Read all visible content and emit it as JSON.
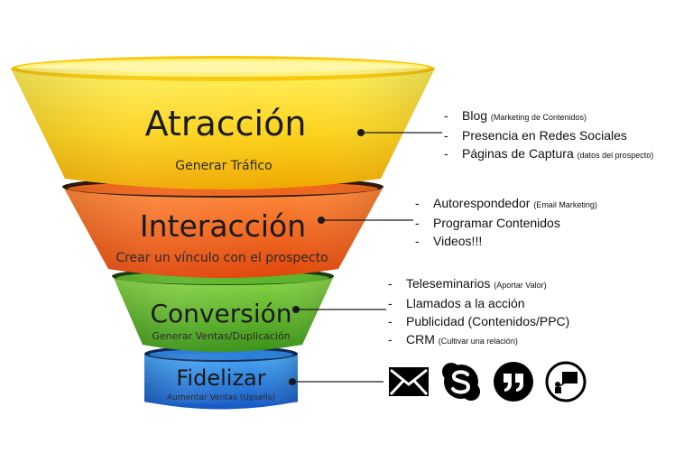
{
  "stages": [
    {
      "title": "Atracción",
      "subtitle": "Generar Tráfico",
      "color_top": "#ffe23a",
      "color_bottom": "#f2b400",
      "rim": "#fff17a",
      "items": [
        {
          "text": "Blog",
          "note": "(Marketing de Contenidos)"
        },
        {
          "text": "Presencia en Redes Sociales",
          "note": ""
        },
        {
          "text": "Páginas de Captura",
          "note": "(datos del prospecto)"
        }
      ]
    },
    {
      "title": "Interacción",
      "subtitle": "Crear un vínculo con el prospecto",
      "color_top": "#ff7a2a",
      "color_bottom": "#e2490c",
      "rim": "#2a1a10",
      "items": [
        {
          "text": "Autorespondedor",
          "note": "(Email Marketing)"
        },
        {
          "text": "Programar Contenidos",
          "note": ""
        },
        {
          "text": "Videos!!!",
          "note": ""
        }
      ]
    },
    {
      "title": "Conversión",
      "subtitle": "Generar Ventas/Duplicación",
      "color_top": "#7ecb3a",
      "color_bottom": "#3f9a1a",
      "rim": "#1e3a10",
      "items": [
        {
          "text": "Teleseminarios",
          "note": "(Aportar Valor)"
        },
        {
          "text": "Llamados a la acción",
          "note": ""
        },
        {
          "text": "Publicidad (Contenidos/PPC)",
          "note": ""
        },
        {
          "text": "CRM",
          "note": "(Cultivar una relación)"
        }
      ]
    },
    {
      "title": "Fidelizar",
      "subtitle": "Aumentar Ventas (Upsells)",
      "color_top": "#3b9cf0",
      "color_bottom": "#1560c8",
      "rim": "#0e2a55",
      "items": []
    }
  ],
  "bullet_dash": "-",
  "tools": [
    {
      "icon": "envelope-icon"
    },
    {
      "icon": "skype-icon"
    },
    {
      "icon": "quote-icon"
    },
    {
      "icon": "presentation-icon"
    }
  ],
  "connector_color": "#1a1a1a"
}
